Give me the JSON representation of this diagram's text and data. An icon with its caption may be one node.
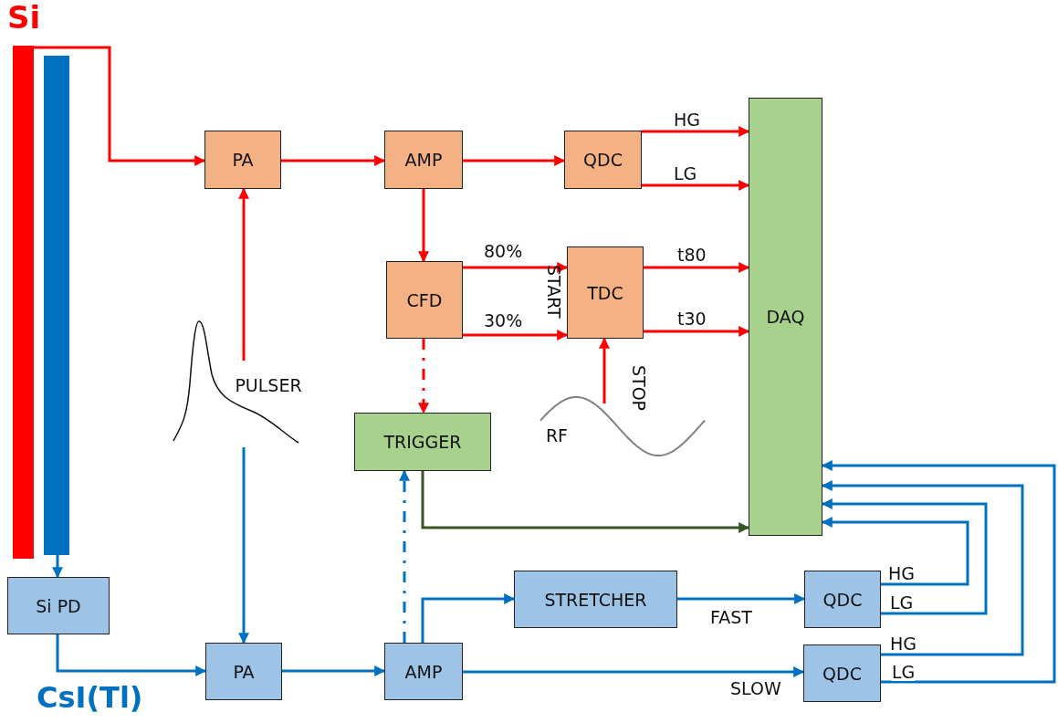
{
  "diagram": {
    "nodes": [
      {
        "text": [],
        "shape": "bar"
      },
      {
        "text": [],
        "shape": "bar"
      },
      {
        "text": [
          "PA"
        ]
      },
      {
        "text": [
          "AMP"
        ]
      },
      {
        "text": [
          "QDC"
        ]
      },
      {
        "text": [
          "CFD"
        ]
      },
      {
        "text": [
          "TDC"
        ]
      },
      {
        "text": [
          "DAQ"
        ]
      },
      {
        "text": [
          "PULSER"
        ]
      },
      {
        "text": [
          "TRIGGER"
        ]
      },
      {
        "text": [
          "RF"
        ]
      },
      {
        "text": [
          "Si PD"
        ]
      },
      {
        "text": [
          "PA"
        ]
      },
      {
        "text": [
          "AMP"
        ]
      },
      {
        "text": [
          "STRETCHER"
        ]
      },
      {
        "text": [
          "QDC"
        ]
      },
      {
        "text": [
          "QDC"
        ]
      }
    ],
    "edges": [
      {
        "from": 0,
        "to": 2,
        "arrow": "to"
      },
      {
        "from": 2,
        "to": 3,
        "arrow": "to"
      },
      {
        "from": 3,
        "to": 4,
        "arrow": "to"
      },
      {
        "from": 4,
        "to": 7,
        "arrow": "to",
        "label": "HG"
      },
      {
        "from": 4,
        "to": 7,
        "arrow": "to",
        "label": "LG"
      },
      {
        "from": 3,
        "to": 5,
        "arrow": "to"
      },
      {
        "from": 5,
        "to": 6,
        "arrow": "to",
        "label": "80%"
      },
      {
        "from": 5,
        "to": 6,
        "arrow": "to",
        "label": "30%"
      },
      {
        "from": 6,
        "to": 7,
        "arrow": "to",
        "label": "t80"
      },
      {
        "from": 6,
        "to": 7,
        "arrow": "to",
        "label": "t30"
      },
      {
        "from": 8,
        "to": 2,
        "arrow": "to"
      },
      {
        "from": 10,
        "to": 6,
        "arrow": "to",
        "label": "STOP"
      },
      {
        "from": 5,
        "to": 9,
        "arrow": "to",
        "style": "dashed"
      },
      {
        "from": 9,
        "to": 7,
        "arrow": "to",
        "color": "#375623"
      },
      {
        "from": 8,
        "to": 12,
        "arrow": "to",
        "color": "#0070c0"
      },
      {
        "from": 1,
        "to": 11,
        "arrow": "to",
        "color": "#0070c0"
      },
      {
        "from": 11,
        "to": 12,
        "arrow": "to",
        "color": "#0070c0"
      },
      {
        "from": 12,
        "to": 13,
        "arrow": "to",
        "color": "#0070c0"
      },
      {
        "from": 13,
        "to": 14,
        "arrow": "to",
        "color": "#0070c0"
      },
      {
        "from": 13,
        "to": 9,
        "arrow": "to",
        "style": "dashed",
        "color": "#0070c0"
      },
      {
        "from": 14,
        "to": 15,
        "arrow": "to",
        "label": "FAST",
        "color": "#0070c0"
      },
      {
        "from": 13,
        "to": 16,
        "arrow": "to",
        "label": "SLOW",
        "color": "#0070c0"
      },
      {
        "from": 15,
        "to": 7,
        "arrow": "to",
        "label": "HG",
        "color": "#0070c0"
      },
      {
        "from": 15,
        "to": 7,
        "arrow": "to",
        "label": "LG",
        "color": "#0070c0"
      },
      {
        "from": 16,
        "to": 7,
        "arrow": "to",
        "label": "HG",
        "color": "#0070c0"
      },
      {
        "from": 16,
        "to": 7,
        "arrow": "to",
        "label": "LG",
        "color": "#0070c0"
      }
    ],
    "labels": [
      "Si",
      "START",
      "CsI(Tl)"
    ]
  }
}
